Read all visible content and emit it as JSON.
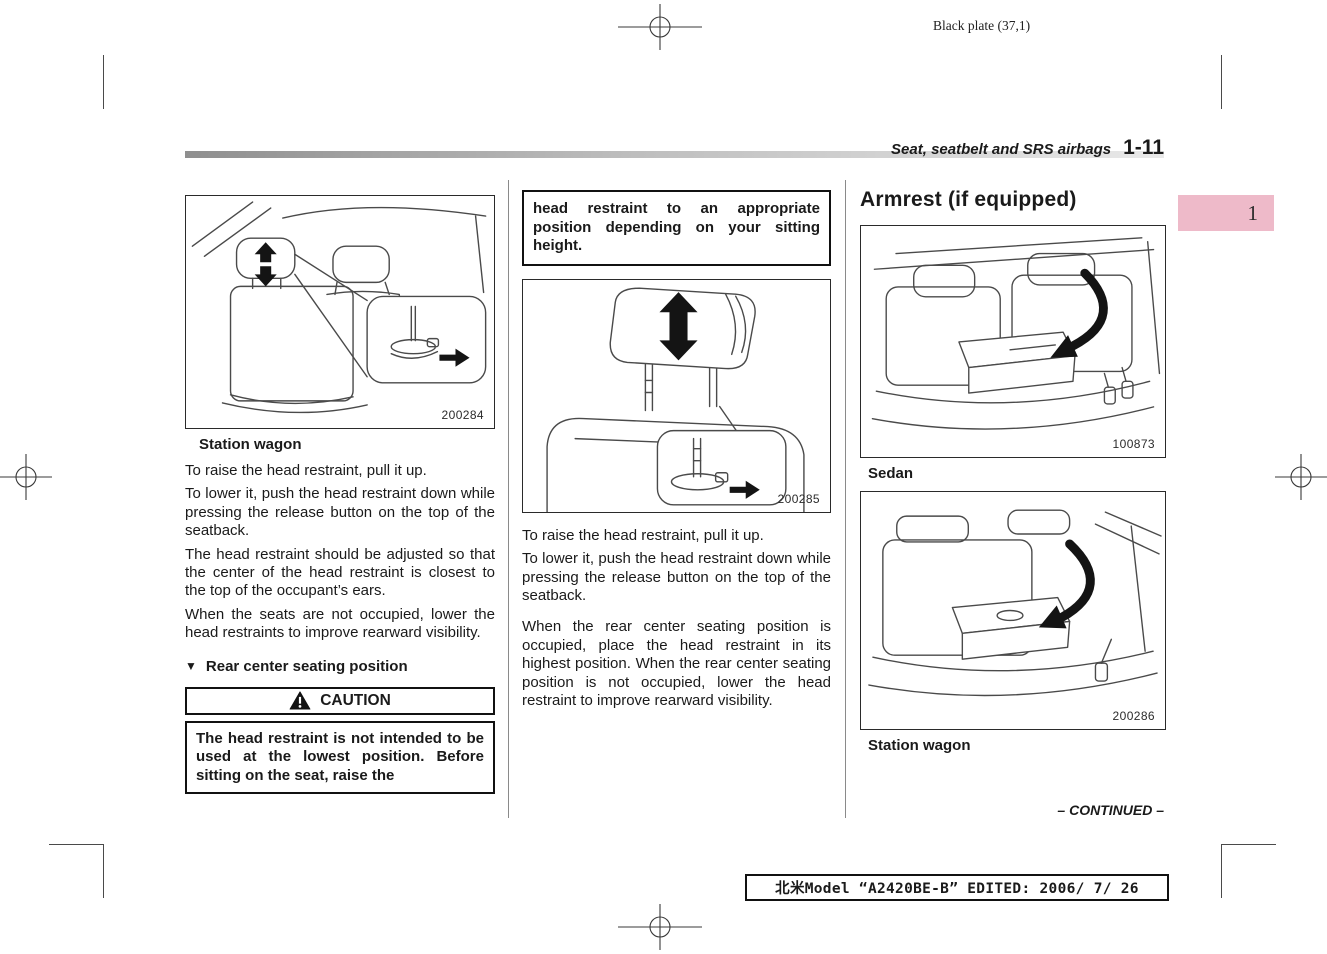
{
  "page": {
    "plate_note": "Black plate (37,1)",
    "header": {
      "section_title": "Seat, seatbelt and SRS airbags",
      "page_number": "1-11"
    },
    "side_tab": {
      "label": "1",
      "color": "#eebac9"
    },
    "continued_label": "– CONTINUED –",
    "footer": {
      "edit_note": "北米Model “A2420BE-B” EDITED: 2006/ 7/ 26"
    }
  },
  "left_column": {
    "figure": {
      "number": "200284",
      "caption": "Station wagon"
    },
    "paragraphs": [
      "To raise the head restraint, pull it up.",
      "To lower it, push the head restraint down while pressing the release button on the top of the seatback.",
      "The head restraint should be adjusted so that the center of the head restraint is closest to the top of the occupant’s ears.",
      "When the seats are not occupied, lower the head restraints to improve rearward visibility."
    ],
    "subheading_marker": "▼",
    "subheading": "Rear center seating position",
    "caution": {
      "title": "CAUTION",
      "body": "The head restraint is not intended to be used at the lowest position. Before sitting on the seat, raise the"
    }
  },
  "middle_column": {
    "intro_box": "head restraint to an appropriate position depending on your sitting height.",
    "figure": {
      "number": "200285"
    },
    "paragraphs": [
      "To raise the head restraint, pull it up.",
      "To lower it, push the head restraint down while pressing the release button on the top of the seatback.",
      "When the rear center seating position is occupied, place the head restraint in its highest position. When the rear center seating position is not occupied, lower the head restraint to improve rearward visibility."
    ]
  },
  "right_column": {
    "heading": "Armrest (if equipped)",
    "figures": [
      {
        "number": "100873",
        "caption": "Sedan"
      },
      {
        "number": "200286",
        "caption": "Station wagon"
      }
    ]
  }
}
